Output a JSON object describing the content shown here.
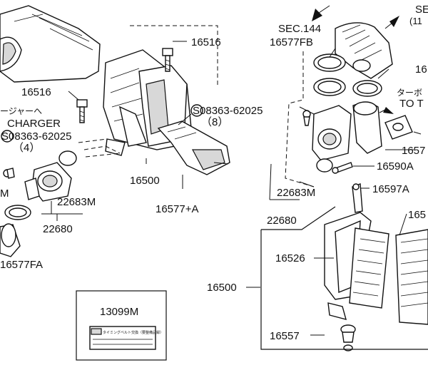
{
  "colors": {
    "ink": "#111111",
    "paper": "#ffffff",
    "shade": "#d8d8d8"
  },
  "labels": {
    "p16516_top": "16516",
    "p16516_left": "16516",
    "p08363_center": "S08363-62025",
    "p08363_center_qty": "（8）",
    "p08363_left": "S08363-62025",
    "p08363_left_qty": "（4）",
    "p16500_center": "16500",
    "p16577_a": "16577+A",
    "p22683m_left": "22683M",
    "p22680_left": "22680",
    "p16577fa": "16577FA",
    "p_m_left": "M",
    "jp_charger_line1": "ージャーへ",
    "jp_charger_line2": "CHARGER",
    "sec144": "SEC.144",
    "p16577fb": "16577FB",
    "sec_top_right": "SE",
    "sec_top_right_sub": "(11",
    "p16_right1": "16",
    "jp_turbo": "ターボ",
    "to_t": "TO T",
    "p16577_right": "1657",
    "p16590a": "16590A",
    "p22683m_right": "22683M",
    "p22680_right": "22680",
    "p16597a": "16597A",
    "p165_right": "165",
    "p16526": "16526",
    "p16500_right": "16500",
    "p16557": "16557",
    "p13099m": "13099M",
    "label_plate_text": "タイミングベルト交換（要整備記録）"
  }
}
